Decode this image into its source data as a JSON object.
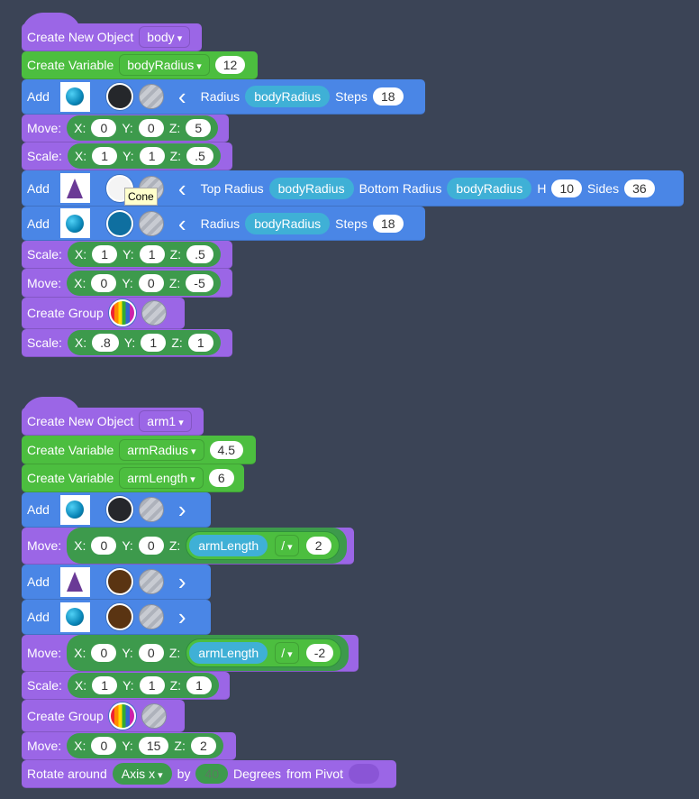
{
  "colors": {
    "background": "#3b4456",
    "object": "#9b66e6",
    "variable": "#4cbe3f",
    "add": "#4a86e6"
  },
  "tooltip": "Cone",
  "stacks": [
    {
      "blocks": [
        {
          "color": "purple",
          "hat": true,
          "items": [
            {
              "t": "label",
              "text": "Create New Object"
            },
            {
              "t": "dd",
              "text": "body"
            }
          ]
        },
        {
          "color": "green",
          "items": [
            {
              "t": "label",
              "text": "Create Variable"
            },
            {
              "t": "dd",
              "text": "bodyRadius"
            },
            {
              "t": "num",
              "text": "12"
            }
          ]
        },
        {
          "color": "blue",
          "items": [
            {
              "t": "label",
              "text": "Add"
            },
            {
              "t": "thumb",
              "shape": "sphere"
            },
            {
              "t": "color",
              "value": "#25272b"
            },
            {
              "t": "tex"
            },
            {
              "t": "arrow",
              "icon": "chevron-left-icon",
              "text": "‹"
            },
            {
              "t": "label",
              "text": "Radius"
            },
            {
              "t": "var",
              "text": "bodyRadius"
            },
            {
              "t": "label",
              "text": "Steps"
            },
            {
              "t": "num",
              "text": "18"
            }
          ]
        },
        {
          "color": "purple",
          "items": [
            {
              "t": "label",
              "text": "Move:"
            },
            {
              "t": "xyz",
              "x": "0",
              "y": "0",
              "z": "5"
            }
          ]
        },
        {
          "color": "purple",
          "items": [
            {
              "t": "label",
              "text": "Scale:"
            },
            {
              "t": "xyz",
              "x": "1",
              "y": "1",
              "z": ".5"
            }
          ]
        },
        {
          "color": "blue",
          "items": [
            {
              "t": "label",
              "text": "Add"
            },
            {
              "t": "thumb",
              "shape": "cone"
            },
            {
              "t": "color",
              "value": "#f4f4f4"
            },
            {
              "t": "tex"
            },
            {
              "t": "arrow",
              "icon": "chevron-left-icon",
              "text": "‹"
            },
            {
              "t": "label",
              "text": "Top Radius"
            },
            {
              "t": "var",
              "text": "bodyRadius"
            },
            {
              "t": "label",
              "text": "Bottom Radius"
            },
            {
              "t": "var",
              "text": "bodyRadius"
            },
            {
              "t": "label",
              "text": "H"
            },
            {
              "t": "num",
              "text": "10"
            },
            {
              "t": "label",
              "text": "Sides"
            },
            {
              "t": "num",
              "text": "36"
            }
          ]
        },
        {
          "color": "blue",
          "items": [
            {
              "t": "label",
              "text": "Add"
            },
            {
              "t": "thumb",
              "shape": "sphere"
            },
            {
              "t": "color",
              "value": "#0f6fa0"
            },
            {
              "t": "tex"
            },
            {
              "t": "arrow",
              "icon": "chevron-left-icon",
              "text": "‹"
            },
            {
              "t": "label",
              "text": "Radius"
            },
            {
              "t": "var",
              "text": "bodyRadius"
            },
            {
              "t": "label",
              "text": "Steps"
            },
            {
              "t": "num",
              "text": "18"
            }
          ]
        },
        {
          "color": "purple",
          "items": [
            {
              "t": "label",
              "text": "Scale:"
            },
            {
              "t": "xyz",
              "x": "1",
              "y": "1",
              "z": ".5"
            }
          ]
        },
        {
          "color": "purple",
          "items": [
            {
              "t": "label",
              "text": "Move:"
            },
            {
              "t": "xyz",
              "x": "0",
              "y": "0",
              "z": "-5"
            }
          ]
        },
        {
          "color": "purple",
          "items": [
            {
              "t": "label",
              "text": "Create Group"
            },
            {
              "t": "rainbow"
            },
            {
              "t": "tex"
            }
          ]
        },
        {
          "color": "purple",
          "items": [
            {
              "t": "label",
              "text": "Scale:"
            },
            {
              "t": "xyz",
              "x": ".8",
              "y": "1",
              "z": "1"
            }
          ]
        }
      ]
    },
    {
      "blocks": [
        {
          "color": "purple",
          "hat": true,
          "items": [
            {
              "t": "label",
              "text": "Create New Object"
            },
            {
              "t": "dd",
              "text": "arm1"
            }
          ]
        },
        {
          "color": "green",
          "items": [
            {
              "t": "label",
              "text": "Create Variable"
            },
            {
              "t": "dd",
              "text": "armRadius"
            },
            {
              "t": "num",
              "text": "4.5"
            }
          ]
        },
        {
          "color": "green",
          "items": [
            {
              "t": "label",
              "text": "Create Variable"
            },
            {
              "t": "dd",
              "text": "armLength"
            },
            {
              "t": "num",
              "text": "6"
            }
          ]
        },
        {
          "color": "blue",
          "items": [
            {
              "t": "label",
              "text": "Add"
            },
            {
              "t": "thumb",
              "shape": "sphere"
            },
            {
              "t": "color",
              "value": "#25272b"
            },
            {
              "t": "tex"
            },
            {
              "t": "arrow",
              "icon": "chevron-right-icon",
              "text": "›"
            }
          ]
        },
        {
          "color": "purple",
          "items": [
            {
              "t": "label",
              "text": "Move:"
            },
            {
              "t": "xyz",
              "x": "0",
              "y": "0",
              "zexpr": {
                "var": "armLength",
                "op": "/",
                "num": "2"
              }
            }
          ]
        },
        {
          "color": "blue",
          "items": [
            {
              "t": "label",
              "text": "Add"
            },
            {
              "t": "thumb",
              "shape": "cone"
            },
            {
              "t": "color",
              "value": "#5a3412"
            },
            {
              "t": "tex"
            },
            {
              "t": "arrow",
              "icon": "chevron-right-icon",
              "text": "›"
            }
          ]
        },
        {
          "color": "blue",
          "items": [
            {
              "t": "label",
              "text": "Add"
            },
            {
              "t": "thumb",
              "shape": "sphere"
            },
            {
              "t": "color",
              "value": "#5a3412"
            },
            {
              "t": "tex"
            },
            {
              "t": "arrow",
              "icon": "chevron-right-icon",
              "text": "›"
            }
          ]
        },
        {
          "color": "purple",
          "items": [
            {
              "t": "label",
              "text": "Move:"
            },
            {
              "t": "xyz",
              "x": "0",
              "y": "0",
              "zexpr": {
                "var": "armLength",
                "op": "/",
                "num": "-2"
              }
            }
          ]
        },
        {
          "color": "purple",
          "items": [
            {
              "t": "label",
              "text": "Scale:"
            },
            {
              "t": "xyz",
              "x": "1",
              "y": "1",
              "z": "1"
            }
          ]
        },
        {
          "color": "purple",
          "items": [
            {
              "t": "label",
              "text": "Create Group"
            },
            {
              "t": "rainbow"
            },
            {
              "t": "tex"
            }
          ]
        },
        {
          "color": "purple",
          "items": [
            {
              "t": "label",
              "text": "Move:"
            },
            {
              "t": "xyz",
              "x": "0",
              "y": "15",
              "z": "2"
            }
          ]
        },
        {
          "color": "purple",
          "items": [
            {
              "t": "label",
              "text": "Rotate around"
            },
            {
              "t": "gdd",
              "text": "Axis x"
            },
            {
              "t": "label",
              "text": "by"
            },
            {
              "t": "shadow",
              "text": "40"
            },
            {
              "t": "label",
              "text": "Degrees"
            },
            {
              "t": "label",
              "text": "from Pivot"
            },
            {
              "t": "slot"
            }
          ]
        }
      ]
    }
  ]
}
